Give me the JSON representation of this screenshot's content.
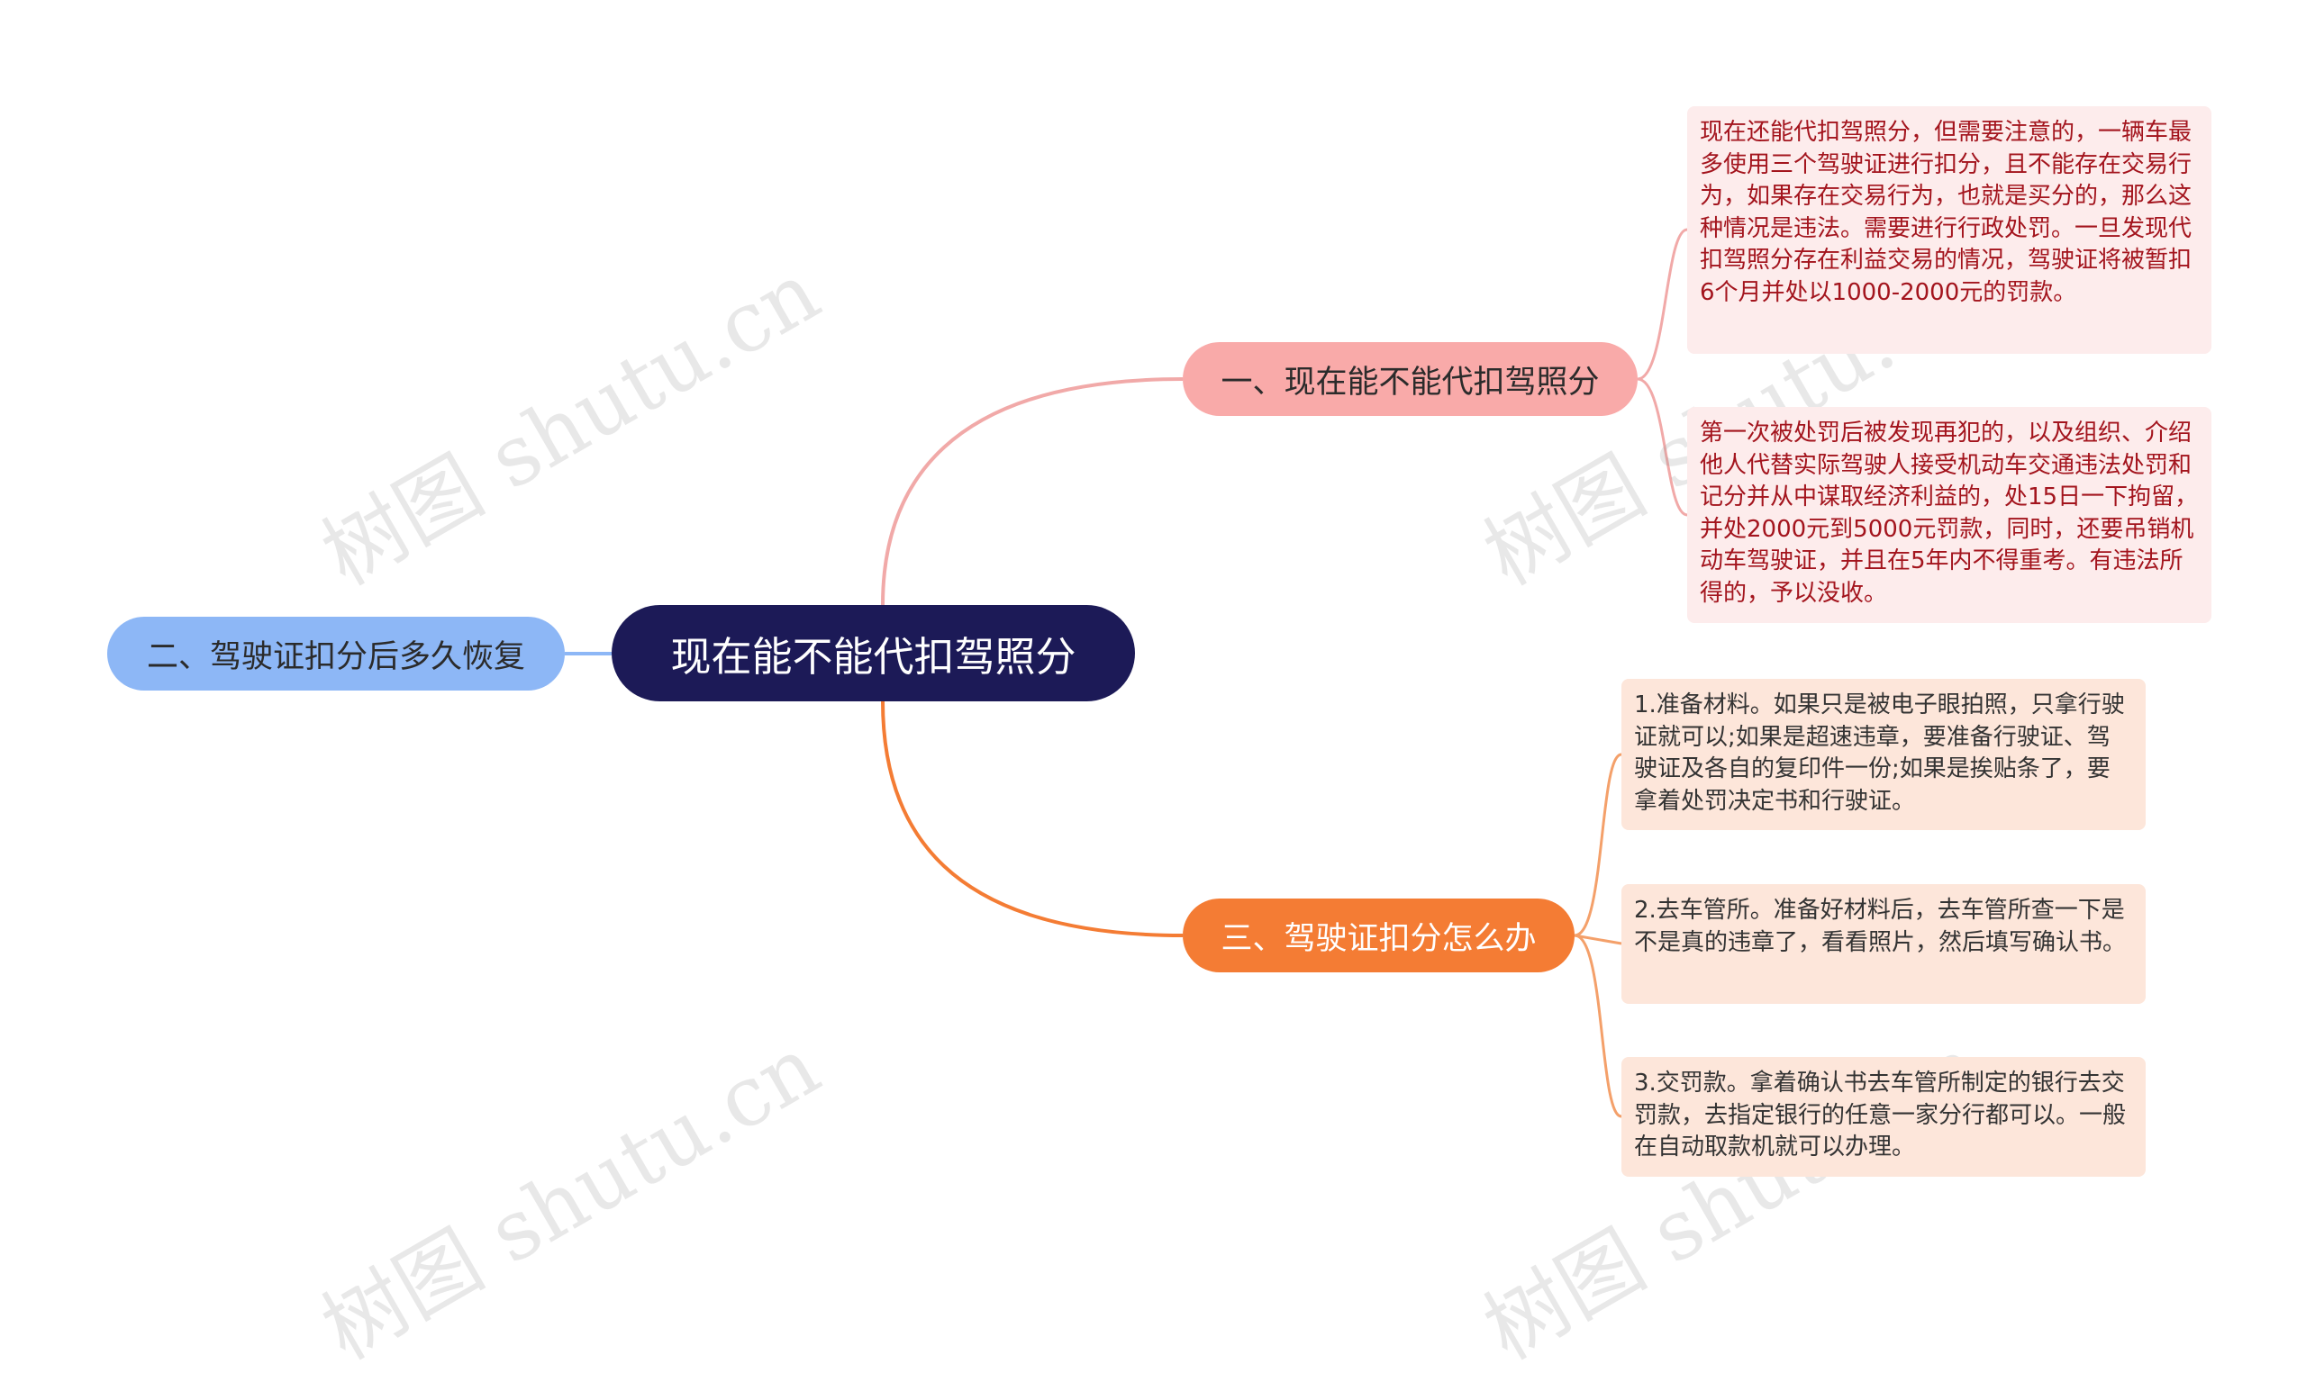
{
  "root": {
    "label": "现在能不能代扣驾照分"
  },
  "branches": [
    {
      "label": "一、现在能不能代扣驾照分",
      "color": "#f9aaa9",
      "children": [
        "现在还能代扣驾照分，但需要注意的，一辆车最多使用三个驾驶证进行扣分，且不能存在交易行为，如果存在交易行为，也就是买分的，那么这种情况是违法。需要进行行政处罚。一旦发现代扣驾照分存在利益交易的情况，驾驶证将被暂扣6个月并处以1000-2000元的罚款。",
        "第一次被处罚后被发现再犯的，以及组织、介绍他人代替实际驾驶人接受机动车交通违法处罚和记分并从中谋取经济利益的，处15日一下拘留，并处2000元到5000元罚款，同时，还要吊销机动车驾驶证，并且在5年内不得重考。有违法所得的，予以没收。"
      ]
    },
    {
      "label": "二、驾驶证扣分后多久恢复",
      "color": "#8db7f6",
      "children": []
    },
    {
      "label": "三、驾驶证扣分怎么办",
      "color": "#f47c34",
      "children": [
        "1.准备材料。如果只是被电子眼拍照，只拿行驶证就可以;如果是超速违章，要准备行驶证、驾驶证及各自的复印件一份;如果是挨贴条了，要拿着处罚决定书和行驶证。",
        "2.去车管所。准备好材料后，去车管所查一下是不是真的违章了，看看照片，然后填写确认书。",
        "3.交罚款。拿着确认书去车管所制定的银行去交罚款，去指定银行的任意一家分行都可以。一般在自动取款机就可以办理。"
      ]
    }
  ],
  "watermark": "树图 shutu.cn"
}
